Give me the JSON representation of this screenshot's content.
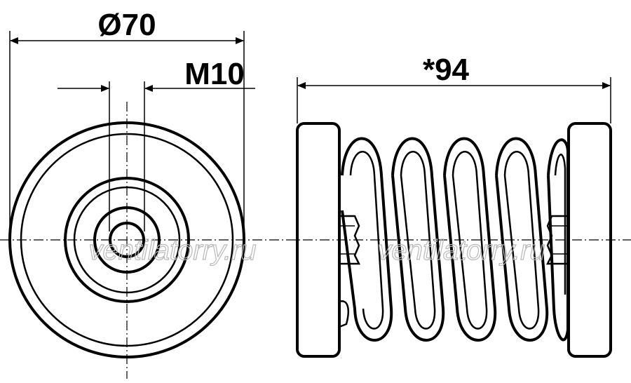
{
  "dimensions": {
    "diameter_label": "Ø70",
    "thread_label": "M10",
    "length_label": "*94"
  },
  "watermark": {
    "left": "ventilatorry.ru",
    "right": "ventilatorry.ru"
  }
}
